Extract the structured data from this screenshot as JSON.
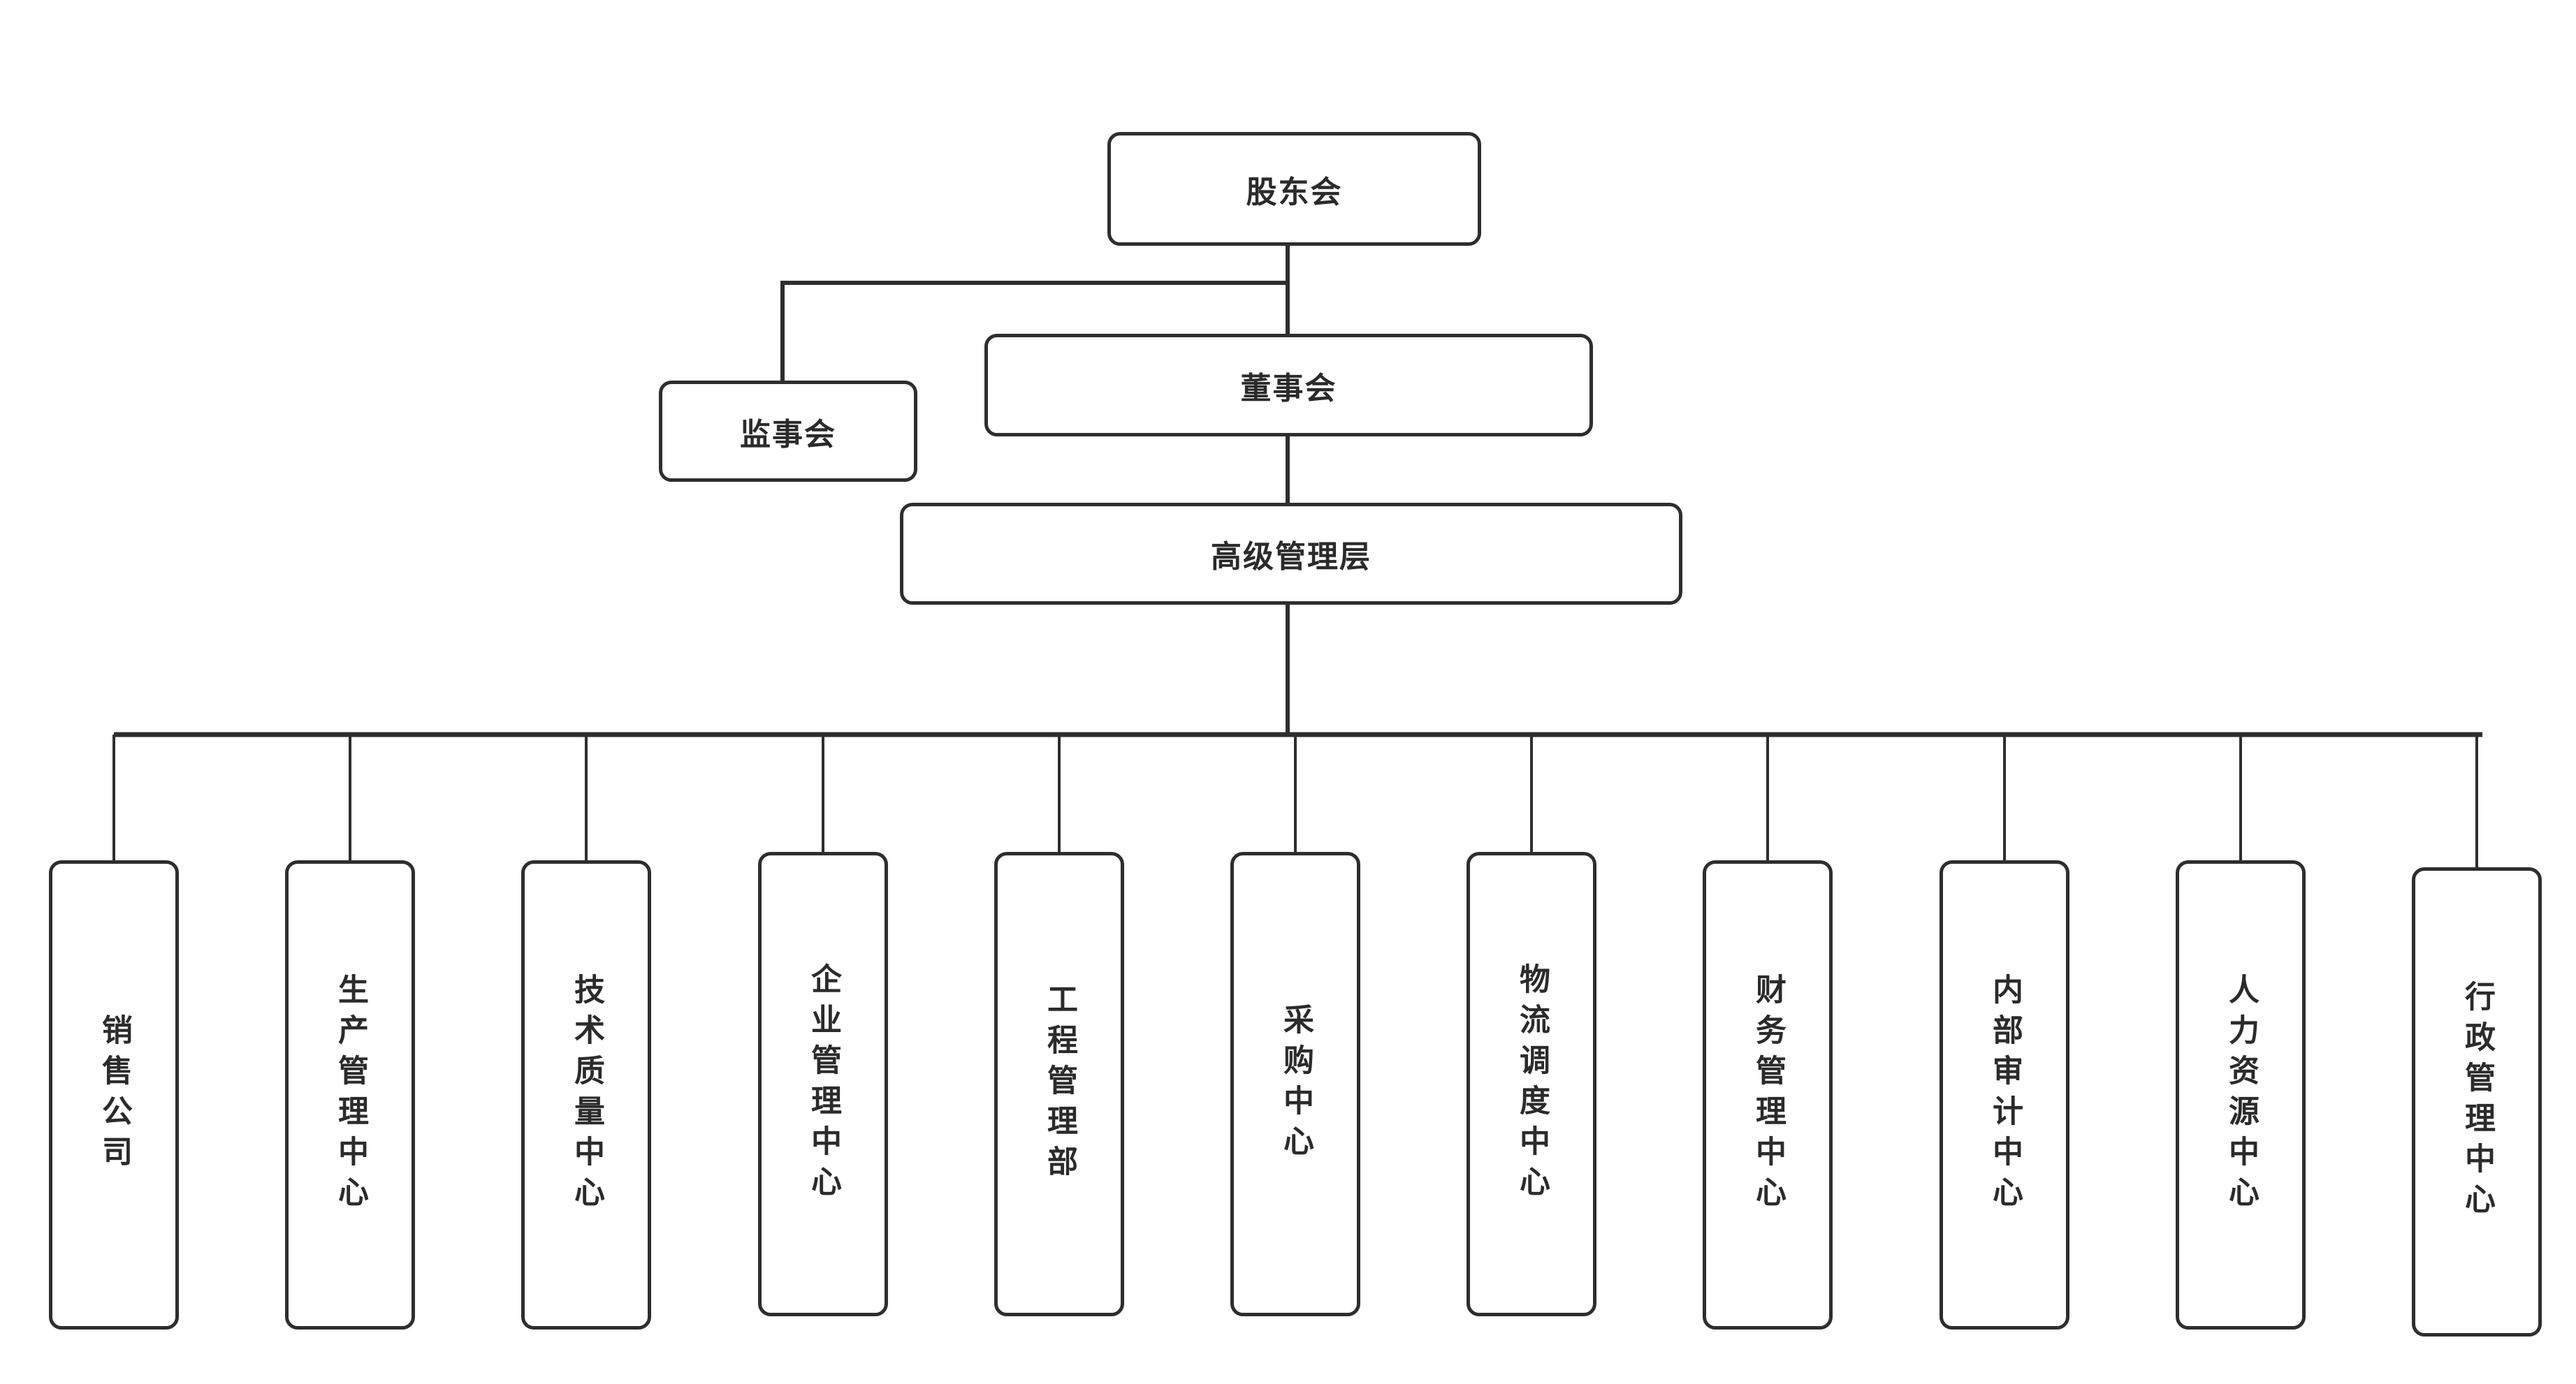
{
  "diagram": {
    "type": "org-chart",
    "title": "",
    "orientation": "top-down",
    "style": {
      "background": "#ffffff",
      "node_fill": "#ffffff",
      "node_border": "#2e2e2e",
      "connector_color": "#2e2e2e",
      "text_color": "#2b2b2b"
    },
    "levels": [
      {
        "level": 1,
        "nodes": [
          {
            "id": "shareholders",
            "label": "股东会",
            "text_direction": "horizontal"
          }
        ]
      },
      {
        "level": 2,
        "nodes": [
          {
            "id": "supervisors",
            "label": "监事会",
            "text_direction": "horizontal"
          },
          {
            "id": "directors",
            "label": "董事会",
            "text_direction": "horizontal"
          }
        ]
      },
      {
        "level": 3,
        "nodes": [
          {
            "id": "senior-management",
            "label": "高级管理层",
            "text_direction": "horizontal"
          }
        ]
      },
      {
        "level": 4,
        "nodes": [
          {
            "id": "dept-1",
            "label": "销售公司",
            "text_direction": "vertical"
          },
          {
            "id": "dept-2",
            "label": "生产管理中心",
            "text_direction": "vertical"
          },
          {
            "id": "dept-3",
            "label": "技术质量中心",
            "text_direction": "vertical"
          },
          {
            "id": "dept-4",
            "label": "企业管理中心",
            "text_direction": "vertical"
          },
          {
            "id": "dept-5",
            "label": "工程管理部",
            "text_direction": "vertical"
          },
          {
            "id": "dept-6",
            "label": "采购中心",
            "text_direction": "vertical"
          },
          {
            "id": "dept-7",
            "label": "物流调度中心",
            "text_direction": "vertical"
          },
          {
            "id": "dept-8",
            "label": "财务管理中心",
            "text_direction": "vertical"
          },
          {
            "id": "dept-9",
            "label": "内部审计中心",
            "text_direction": "vertical"
          },
          {
            "id": "dept-10",
            "label": "人力资源中心",
            "text_direction": "vertical"
          },
          {
            "id": "dept-11",
            "label": "行政管理中心",
            "text_direction": "vertical"
          }
        ]
      }
    ],
    "edges": [
      {
        "from": "shareholders",
        "to": "directors"
      },
      {
        "from": "shareholders",
        "to": "supervisors"
      },
      {
        "from": "directors",
        "to": "senior-management"
      },
      {
        "from": "senior-management",
        "to": "dept-1"
      },
      {
        "from": "senior-management",
        "to": "dept-2"
      },
      {
        "from": "senior-management",
        "to": "dept-3"
      },
      {
        "from": "senior-management",
        "to": "dept-4"
      },
      {
        "from": "senior-management",
        "to": "dept-5"
      },
      {
        "from": "senior-management",
        "to": "dept-6"
      },
      {
        "from": "senior-management",
        "to": "dept-7"
      },
      {
        "from": "senior-management",
        "to": "dept-8"
      },
      {
        "from": "senior-management",
        "to": "dept-9"
      },
      {
        "from": "senior-management",
        "to": "dept-10"
      },
      {
        "from": "senior-management",
        "to": "dept-11"
      }
    ]
  }
}
